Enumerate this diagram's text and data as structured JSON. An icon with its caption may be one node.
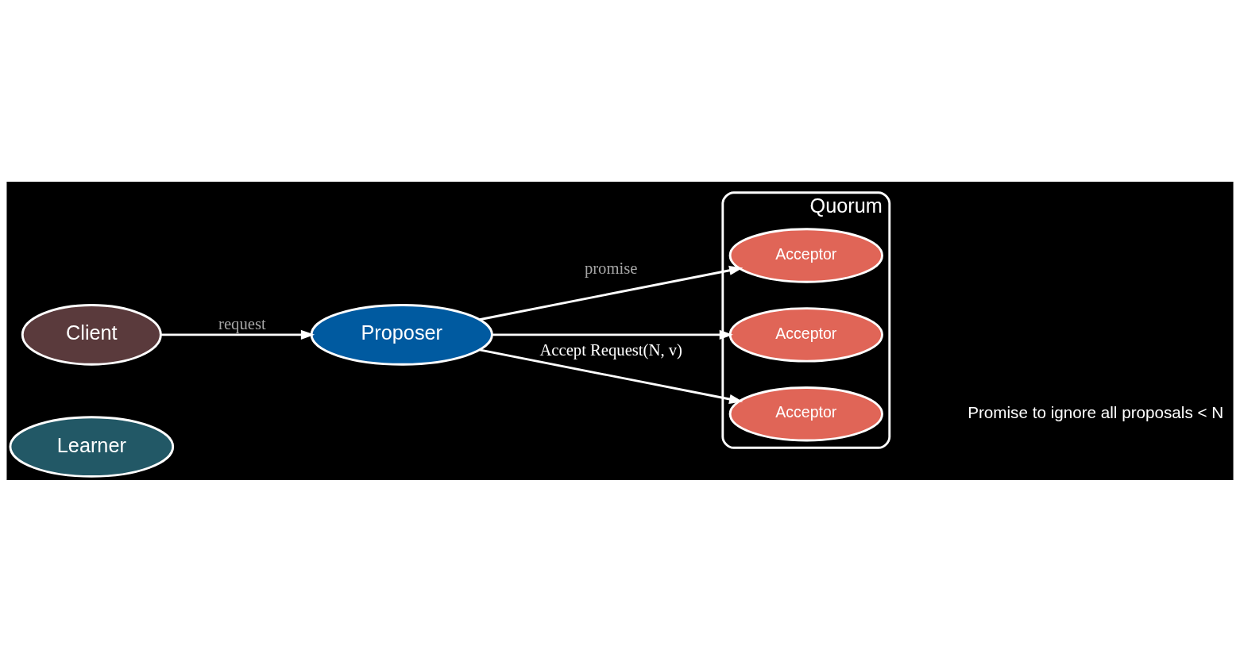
{
  "diagram": {
    "nodes": [
      {
        "text": [
          "Proposer"
        ]
      },
      {
        "text": [
          "Quorum"
        ]
      },
      {
        "text": [
          "Acceptor"
        ],
        "in": 1
      },
      {
        "text": [
          "Acceptor"
        ],
        "in": 1
      },
      {
        "text": [
          "Acceptor"
        ],
        "in": 1
      },
      {
        "text": [
          "Client"
        ]
      },
      {
        "text": [
          "Learner"
        ]
      }
    ],
    "edges": [
      {
        "from": 5,
        "to": 0,
        "arrow": "to",
        "label": "request"
      },
      {
        "from": 0,
        "to": 2,
        "arrow": "to",
        "label": "promise"
      },
      {
        "from": 0,
        "to": 3,
        "arrow": "to"
      },
      {
        "from": 0,
        "to": 4,
        "arrow": "to",
        "label": "Accept Request(N, v)"
      }
    ],
    "labels": [
      "Promise to ignore all proposals < N"
    ]
  }
}
